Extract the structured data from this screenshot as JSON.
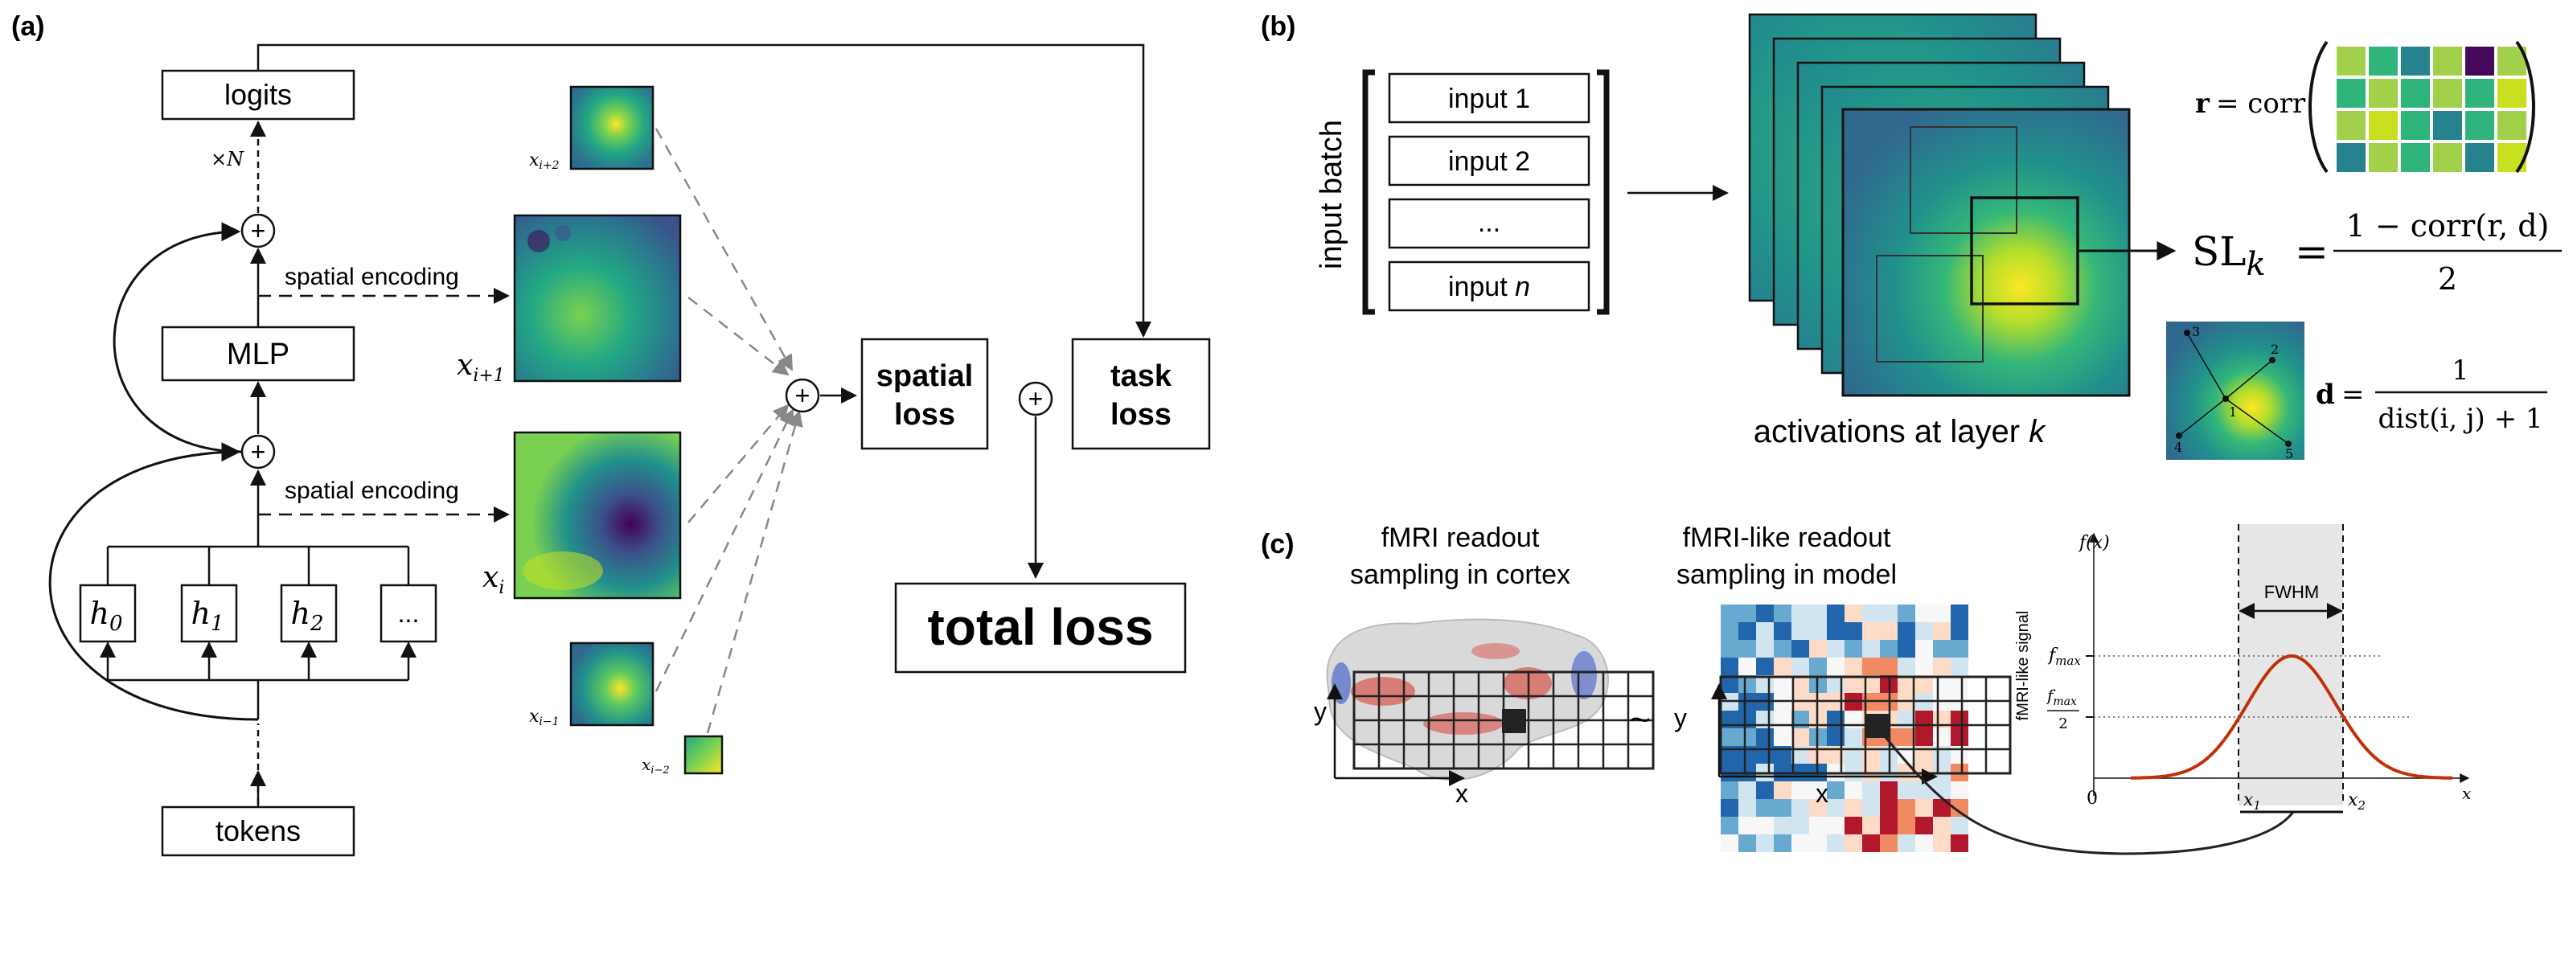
{
  "panels": {
    "a": "(a)",
    "b": "(b)",
    "c": "(c)"
  },
  "panel_a": {
    "logits": "logits",
    "times_n": "×N",
    "mlp": "MLP",
    "tokens": "tokens",
    "heads": [
      {
        "base": "h",
        "sub": "0"
      },
      {
        "base": "h",
        "sub": "1"
      },
      {
        "base": "h",
        "sub": "2"
      }
    ],
    "heads_more": "...",
    "plus": "+",
    "spatial_encoding": "spatial encoding",
    "maps": [
      {
        "base": "x",
        "sub": "i+2"
      },
      {
        "base": "x",
        "sub": "i+1"
      },
      {
        "base": "x",
        "sub": "i"
      },
      {
        "base": "x",
        "sub": "i−1"
      },
      {
        "base": "x",
        "sub": "i−2"
      }
    ],
    "spatial_loss": [
      "spatial",
      "loss"
    ],
    "task_loss": [
      "task",
      "loss"
    ],
    "total_loss": "total loss"
  },
  "panel_b": {
    "input_batch": "input batch",
    "inputs": [
      "input 1",
      "input 2",
      "...",
      "input "
    ],
    "input_n": "n",
    "activations": "activations at layer ",
    "activations_k": "k",
    "r_lhs": "r",
    "r_eq": "= corr",
    "sl_base": "SL",
    "sl_sub": "k",
    "sl_eq": "=",
    "sl_num": "1 − corr(r, d)",
    "sl_den": "2",
    "d_lhs": "d",
    "d_eq": "=",
    "d_num": "1",
    "d_den": "dist(i, j) + 1",
    "node_labels": [
      "1",
      "2",
      "3",
      "4",
      "5"
    ],
    "matrix_colors": [
      [
        "#a3d04a",
        "#2fb47c",
        "#26838e",
        "#a3d04a",
        "#45085b",
        "#a3d04a"
      ],
      [
        "#2fb47c",
        "#a3d04a",
        "#2fb47c",
        "#a3d04a",
        "#2fb47c",
        "#c8e020"
      ],
      [
        "#a3d04a",
        "#c8e020",
        "#2fb47c",
        "#26838e",
        "#2fb47c",
        "#a3d04a"
      ],
      [
        "#26838e",
        "#a3d04a",
        "#2fb47c",
        "#a3d04a",
        "#26838e",
        "#c8e020"
      ]
    ]
  },
  "panel_c": {
    "fmri_title": [
      "fMRI readout",
      "sampling in cortex"
    ],
    "fmri_like_title": [
      "fMRI-like readout",
      "sampling in model"
    ],
    "tilde": "~",
    "axis_x": "x",
    "axis_y": "y",
    "plot_ylabel": "fMRI-like signal",
    "plot_fx": "f(x)",
    "fwhm": "FWHM",
    "fmax": "f",
    "fmax_sub": "max",
    "half_den": "2",
    "zero": "0",
    "x1": "x",
    "x1_sub": "1",
    "x2": "x",
    "x2_sub": "2",
    "x_axis_end": "x",
    "colors": {
      "curve": "#c0300a",
      "band": "#e6e6e6"
    }
  },
  "colors": {
    "viridis_dark": "#440154",
    "viridis_mid": "#21918c",
    "viridis_bright": "#fde725"
  }
}
